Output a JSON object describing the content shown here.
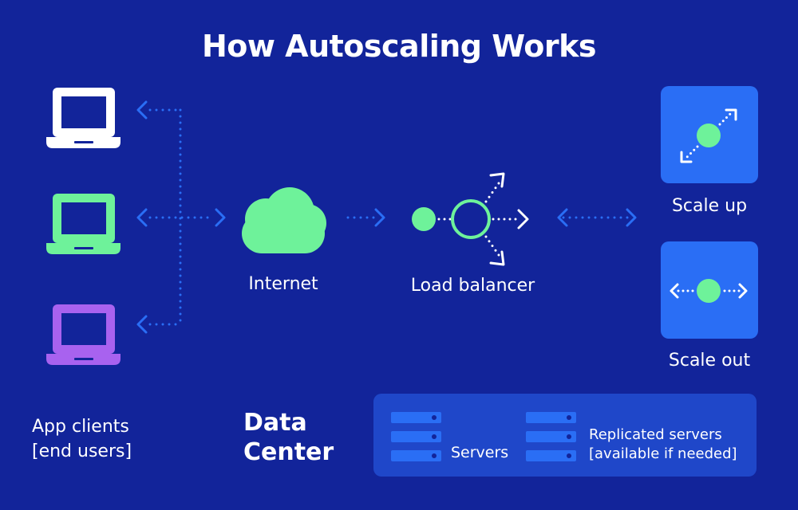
{
  "title": "How Autoscaling Works",
  "labels": {
    "internet": "Internet",
    "load_balancer": "Load balancer",
    "scale_up": "Scale up",
    "scale_out": "Scale out",
    "app_clients_line1": "App clients",
    "app_clients_line2": "[end users]",
    "data_center_line1": "Data",
    "data_center_line2": "Center",
    "servers": "Servers",
    "replicated_line1": "Replicated servers",
    "replicated_line2": "[available if needed]"
  },
  "colors": {
    "background": "#12249a",
    "accent_blue": "#2a6ef5",
    "green": "#6ef29a",
    "purple": "#a862ef",
    "white": "#ffffff",
    "panel": "#1f47c9"
  },
  "icons": {
    "laptop_top": "laptop-icon",
    "laptop_middle": "laptop-icon",
    "laptop_bottom": "laptop-icon",
    "cloud": "cloud-icon",
    "load_balancer": "load-balancer-icon",
    "scale_up": "scale-up-icon",
    "scale_out": "scale-out-icon",
    "server": "server-stack-icon"
  }
}
